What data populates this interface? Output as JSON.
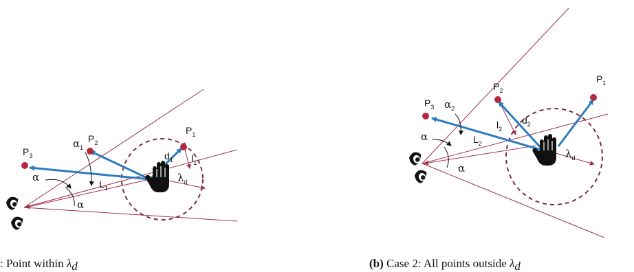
{
  "panel_a": {
    "points": [
      "P",
      "P",
      "P"
    ],
    "point_subs": [
      "1",
      "2",
      "3"
    ],
    "alpha": "α",
    "alpha1": "α",
    "alpha1_sub": "1",
    "L": "L",
    "L_sub": "1",
    "d": "d",
    "d_sub": "1",
    "l": "l",
    "l_sub": "1",
    "lambda": "λ",
    "lambda_sub": "d",
    "caption_text": ": Point within ",
    "caption_lambda": "λ",
    "caption_lambda_sub": "d"
  },
  "panel_b": {
    "points": [
      "P",
      "P",
      "P"
    ],
    "point_subs": [
      "1",
      "2",
      "3"
    ],
    "alpha": "α",
    "alpha2": "α",
    "alpha2_sub": "2",
    "L": "L",
    "L_sub": "2",
    "d": "d",
    "d_sub": "2",
    "l": "l",
    "l_sub": "2",
    "lambda": "λ",
    "lambda_sub": "d",
    "caption_label": "(b)",
    "caption_text": " Case 2: All points outside ",
    "caption_lambda": "λ",
    "caption_lambda_sub": "d"
  },
  "icons": [
    "eye-icon",
    "hand-icon"
  ],
  "colors": {
    "ray": "#a0304a",
    "vector": "#2a7bbf",
    "point": "#b3283f",
    "circle": "#7a2a3e"
  }
}
